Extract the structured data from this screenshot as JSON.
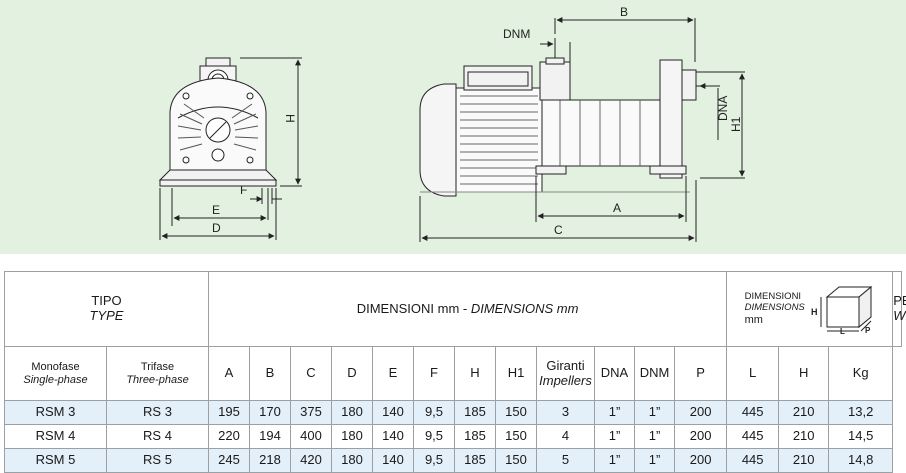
{
  "drawing": {
    "front_labels": {
      "H": "H",
      "F": "F",
      "E": "E",
      "D": "D"
    },
    "side_labels": {
      "B": "B",
      "DNM": "DNM",
      "DNA": "DNA",
      "H1": "H1",
      "A": "A",
      "C": "C"
    },
    "background_color": "#e3f1e1"
  },
  "table": {
    "header": {
      "type_label": "TIPO",
      "type_label_en": "TYPE",
      "dimensions_label": "DIMENSIONI mm - ",
      "dimensions_label_en": "DIMENSIONS mm",
      "box_label": "DIMENSIONI",
      "box_label_en": "DIMENSIONS",
      "box_unit": "mm",
      "box_icon_labels": {
        "H": "H",
        "L": "L",
        "P": "P"
      },
      "weight_label": "PESO",
      "weight_label_en": "WEIGHT"
    },
    "subheader": {
      "single_phase": "Monofase",
      "single_phase_en": "Single-phase",
      "three_phase": "Trifase",
      "three_phase_en": "Three-phase",
      "columns": [
        "A",
        "B",
        "C",
        "D",
        "E",
        "F",
        "H",
        "H1"
      ],
      "impellers": "Giranti",
      "impellers_en": "Impellers",
      "dna": "DNA",
      "dnm": "DNM",
      "box_columns": [
        "P",
        "L",
        "H"
      ],
      "weight_unit": "Kg"
    },
    "rows": [
      {
        "mono": "RSM 3",
        "tri": "RS 3",
        "A": "195",
        "B": "170",
        "C": "375",
        "D": "180",
        "E": "140",
        "F": "9,5",
        "H": "185",
        "H1": "150",
        "impellers": "3",
        "DNA": "1”",
        "DNM": "1”",
        "P": "200",
        "L": "445",
        "Hb": "210",
        "kg": "13,2"
      },
      {
        "mono": "RSM 4",
        "tri": "RS 4",
        "A": "220",
        "B": "194",
        "C": "400",
        "D": "180",
        "E": "140",
        "F": "9,5",
        "H": "185",
        "H1": "150",
        "impellers": "4",
        "DNA": "1”",
        "DNM": "1”",
        "P": "200",
        "L": "445",
        "Hb": "210",
        "kg": "14,5"
      },
      {
        "mono": "RSM 5",
        "tri": "RS 5",
        "A": "245",
        "B": "218",
        "C": "420",
        "D": "180",
        "E": "140",
        "F": "9,5",
        "H": "185",
        "H1": "150",
        "impellers": "5",
        "DNA": "1”",
        "DNM": "1”",
        "P": "200",
        "L": "445",
        "Hb": "210",
        "kg": "14,8"
      }
    ],
    "row_shade_color": "#e3eff9"
  }
}
